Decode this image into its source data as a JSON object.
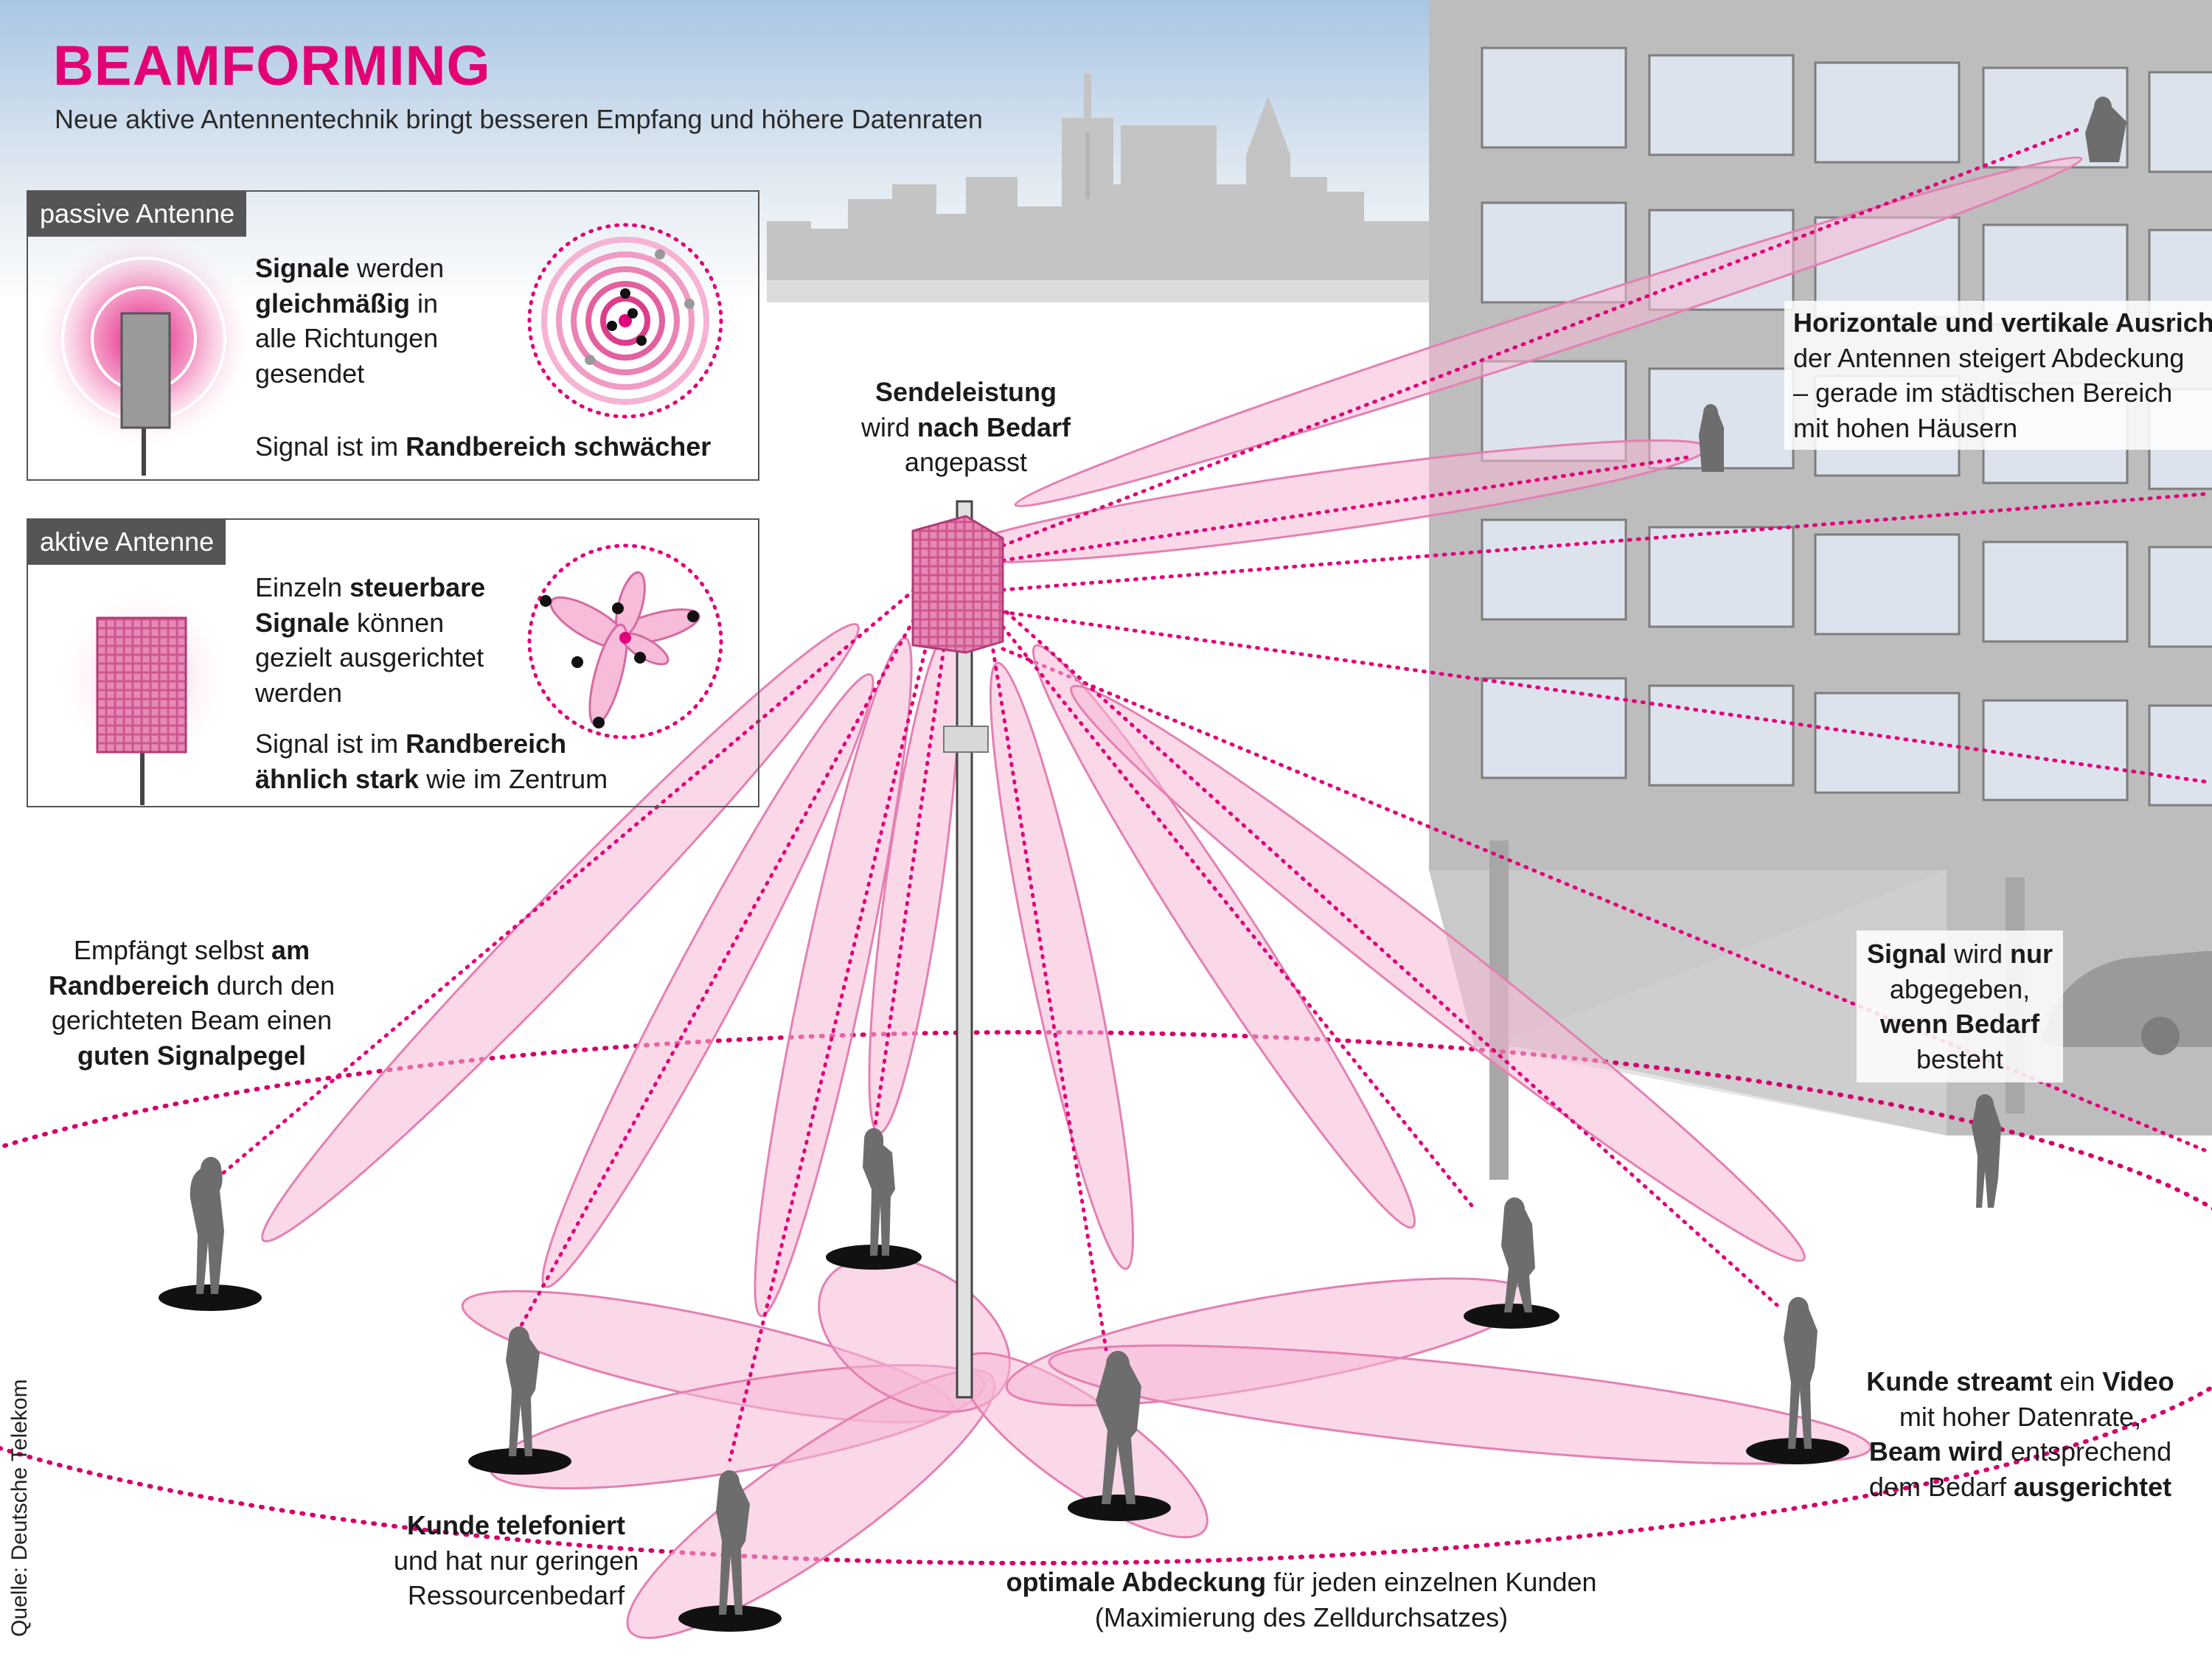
{
  "title": "BEAMFORMING",
  "subtitle": "Neue aktive Antennentechnik bringt besseren Empfang und höhere Datenraten",
  "passive": {
    "heading": "passive Antenne",
    "line1_bold": "Signale",
    "line1_rest": " werden",
    "line2_bold": "gleichmäßig",
    "line2_rest": " in",
    "line3": "alle Richtungen",
    "line4": "gesendet",
    "footer_prefix": "Signal ist im ",
    "footer_bold": "Randbereich schwächer"
  },
  "active": {
    "heading": "aktive Antenne",
    "line1_prefix": "Einzeln ",
    "line1_bold": "steuerbare",
    "line2_bold": "Signale",
    "line2_rest": " können",
    "line3": "gezielt ausgerichtet",
    "line4": "werden",
    "footer_prefix": "Signal ist im ",
    "footer_bold1": "Randbereich",
    "footer_bold2": "ähnlich stark",
    "footer_rest": " wie im Zentrum"
  },
  "notes": {
    "power_bold1": "Sendeleistung",
    "power_prefix2": "wird ",
    "power_bold2": "nach Bedarf",
    "power_line3": "angepasst",
    "orient_bold": "Horizontale und vertikale Ausricht",
    "orient_line2": "der Antennen steigert Abdeckung",
    "orient_line3": "– gerade im städtischen Bereich",
    "orient_line4": "mit hohen Häusern",
    "edge_line1_prefix": "Empfängt selbst ",
    "edge_line1_bold": "am",
    "edge_line2_bold": "Randbereich",
    "edge_line2_rest": " durch den",
    "edge_line3": "gerichteten Beam einen",
    "edge_line4_bold": "guten Signalpegel",
    "need_bold1": "Signal",
    "need_mid": " wird ",
    "need_bold2": "nur",
    "need_line2": "abgegeben,",
    "need_line3_bold": "wenn Bedarf",
    "need_line4": "besteht",
    "stream_bold1": "Kunde streamt",
    "stream_mid": " ein ",
    "stream_bold2": "Video",
    "stream_line2": "mit hoher Datenrate,",
    "stream_line3_bold": "Beam wird",
    "stream_line3_rest": " entsprechend",
    "stream_line4_prefix": "dem Bedarf ",
    "stream_line4_bold": "ausgerichtet",
    "call_bold": "Kunde telefoniert",
    "call_line2": "und hat nur geringen",
    "call_line3": "Ressourcenbedarf",
    "coverage_bold": "optimale Abdeckung",
    "coverage_rest": " für jeden einzelnen Kunden",
    "coverage_line2": "(Maximierung des Zelldurchsatzes)"
  },
  "source": "Quelle: Deutsche Telekom",
  "colors": {
    "magenta": "#e20074",
    "beam_fill": "#f6c6dd",
    "building": "#b9b9b9",
    "sky_top": "#b5cde6",
    "skyline": "#c7c7c7"
  }
}
